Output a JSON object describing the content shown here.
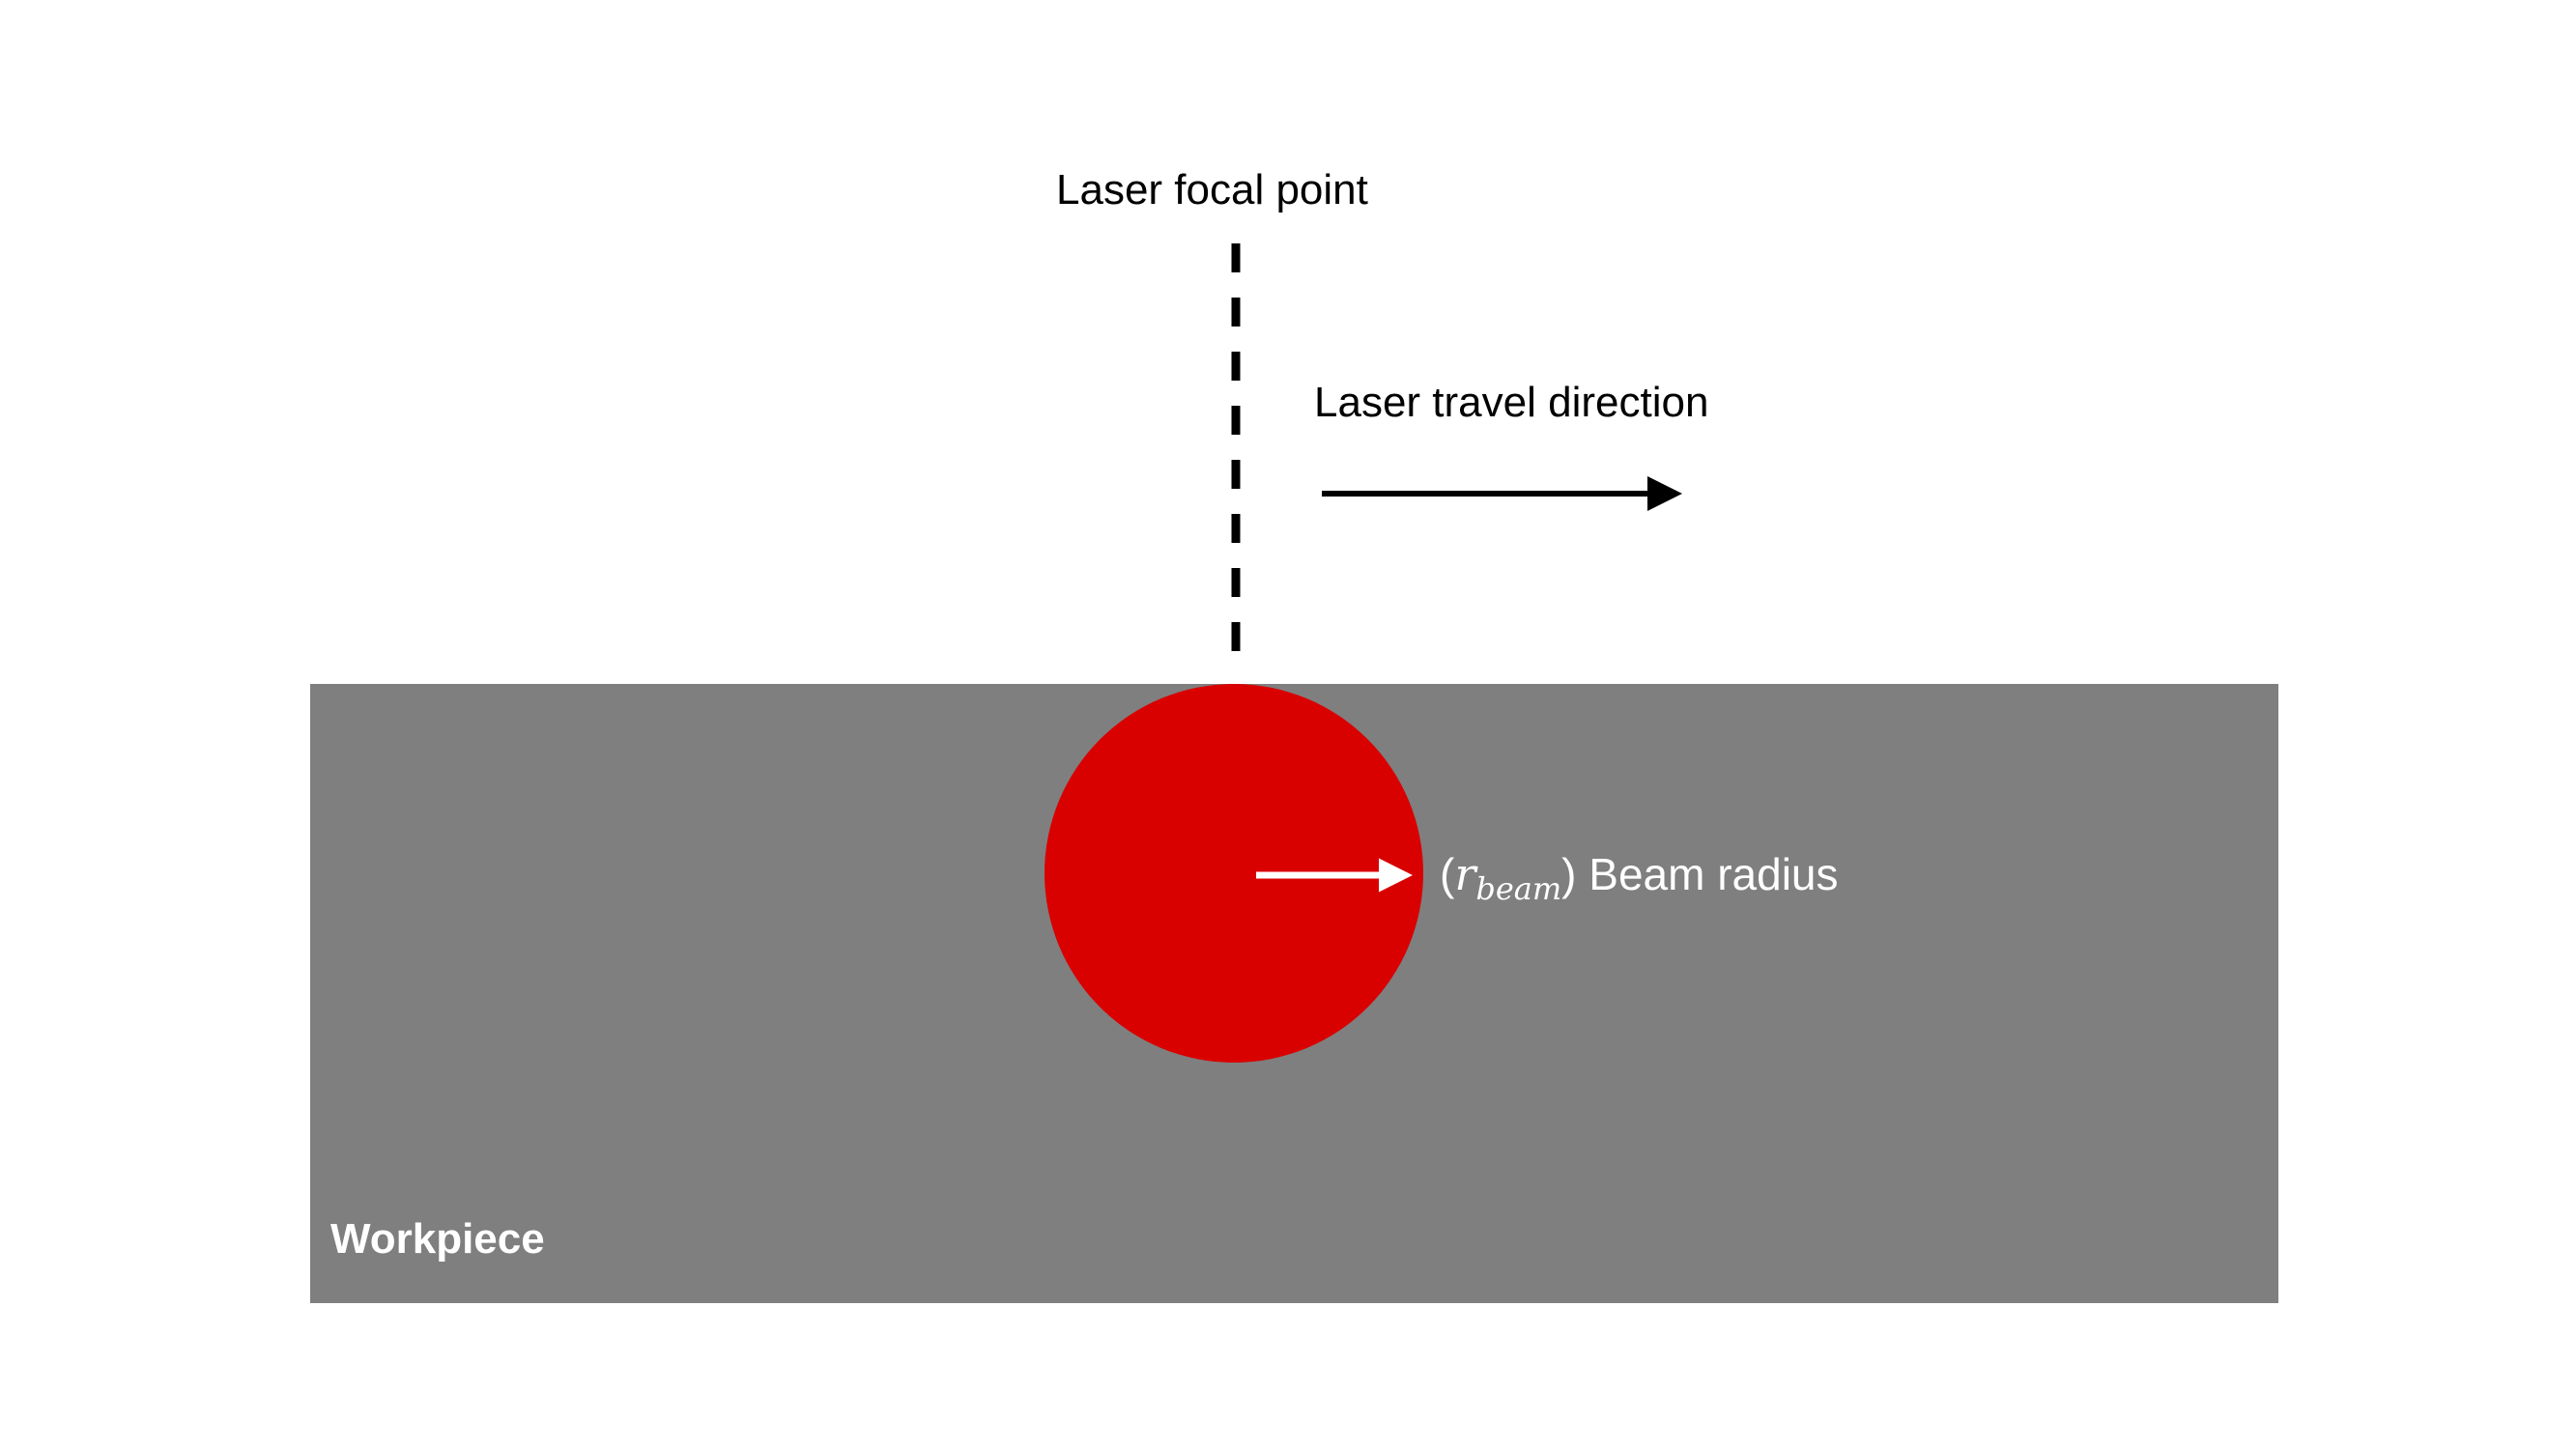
{
  "labels": {
    "focal_point": "Laser focal point",
    "travel_direction": "Laser travel direction",
    "beam_symbol": "r",
    "beam_subscript": "beam",
    "beam_radius": "Beam radius",
    "workpiece": "Workpiece"
  },
  "colors": {
    "workpiece": "#7f7f7f",
    "beam": "#d90000",
    "line": "#000000",
    "radius_arrow": "#ffffff"
  }
}
